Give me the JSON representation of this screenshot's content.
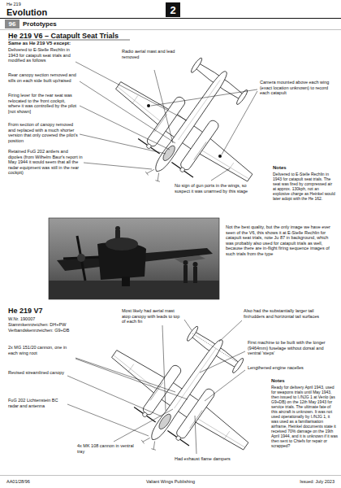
{
  "diagram": {
    "title": "He 219 V6 – Catapult Seat Trials",
    "nodes": [
      {
        "text": [
          "2"
        ]
      },
      {
        "text": [
          "96"
        ]
      }
    ],
    "labels": [
      "He 219",
      "Evolution",
      "Prototypes",
      "Same as He 219 V5 except:",
      "Delivered to E-Stelle Rechlin in 1943 for catapult seat trials and modified as follows",
      "Radio aerial mast and lead removed",
      "Rear canopy section removed and sills on each side built up/raised",
      "Firing lever for the rear seat was relocated to the front cockpit, where it was controlled by the pilot [not shown]",
      "Camera mounted above each wing (exact location unknown) to record each catapult",
      "From section of canopy removed and replaced with a much shorter version that only covered the pilot's position",
      "Retained FuG 202 antlers and dipoles (from Wilhelm Baur's report in May 1944 it would seem that all the radar equipment was still in the rear cockpit)",
      "No sign of gun ports in the wings, so suspect it was unarmed by this stage",
      "Notes",
      "Delivered to E-Stelle Rechlin in 1943 for catapult seat trials. The seat was fired by compressed air at approx. 130kph, not an explosive charge as Heinkel would later adopt with the He 162.",
      "Not the best quality, but the only image we have ever seen of the V6, this shows it at E-Stelle Rechlin for catapult seat trials, note Ju 87 in background, which was probably also used for catapult trials as well, because there are in-flight firing sequence images of such trials from the type",
      "He 219 V7",
      "W.Nr. 190007",
      "Stammkennzeichen: DH+PW",
      "Verbandskennzeichen: G9+DB",
      "Most likely had aerial mast atop canopy with leads to top of each fin",
      "Also had the substantially larger tail fin/rudders and horizontal tail surfaces",
      "2x MG 151/20 cannon, one in each wing root",
      "First machine to be built with the longer (9464mm) fuselage without dorsal and ventral 'steps'",
      "Revised streamlined canopy",
      "Lengthened engine nacelles",
      "FuG 202 Lichtenstein BC radar and antenna",
      "4x MK 108 cannon in ventral tray",
      "Had exhaust flame dampers",
      "Notes",
      "Ready for delivery April 1943, used for weapons trials until May 1943, then issued to I./NJG 1 at Venlo (as G9+DB) on the 12th May 1943 for service trials. The ultimate fate of this aircraft is unknown. It was not used operationally by I./NJG 1, it was used as a familiarisation airframe, Heinkel documents state it received 70% damage on the 19th April 1944, and it is unknown if it was then sent to Chiefs for repair or scrapped?",
      "AA01/28/96",
      "Valiant Wings Publishing",
      "Issued: July 2023"
    ]
  }
}
